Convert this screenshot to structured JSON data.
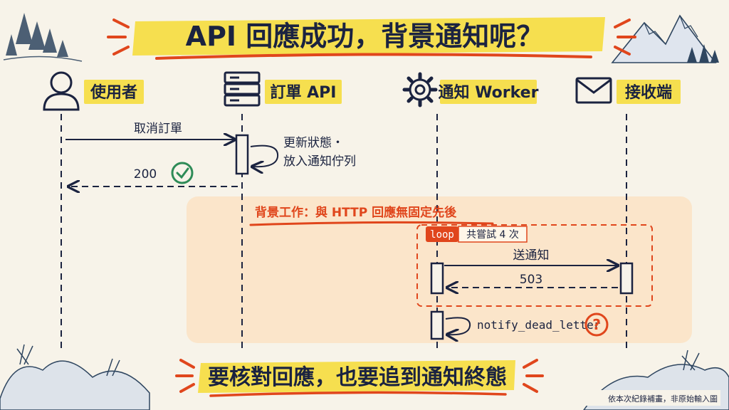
{
  "title": "API 回應成功，背景通知呢？",
  "actors": [
    {
      "id": "user",
      "label": "使用者",
      "icon": "user-icon"
    },
    {
      "id": "api",
      "label": "訂單 API",
      "icon": "server-icon"
    },
    {
      "id": "worker",
      "label": "通知 Worker",
      "icon": "gear-icon"
    },
    {
      "id": "receiver",
      "label": "接收端",
      "icon": "mail-icon"
    }
  ],
  "messages": {
    "cancel": "取消訂單",
    "self_update_line1": "更新狀態・",
    "self_update_line2": "放入通知佇列",
    "response": "200",
    "send": "送通知",
    "reply": "503",
    "dead_letter": "notify_dead_letter"
  },
  "background": {
    "label": "背景工作：與 HTTP 回應無固定先後"
  },
  "loop": {
    "tag": "loop",
    "condition": "共嘗試 4 次"
  },
  "footer": "要核對回應，也要追到通知終態",
  "note": "依本次紀錄補畫，非原始輸入圖",
  "colors": {
    "ink": "#1b2340",
    "accent": "#e0461c",
    "highlight": "#f6df4f",
    "background_box": "#fbe3c6",
    "success": "#2e8b57"
  }
}
